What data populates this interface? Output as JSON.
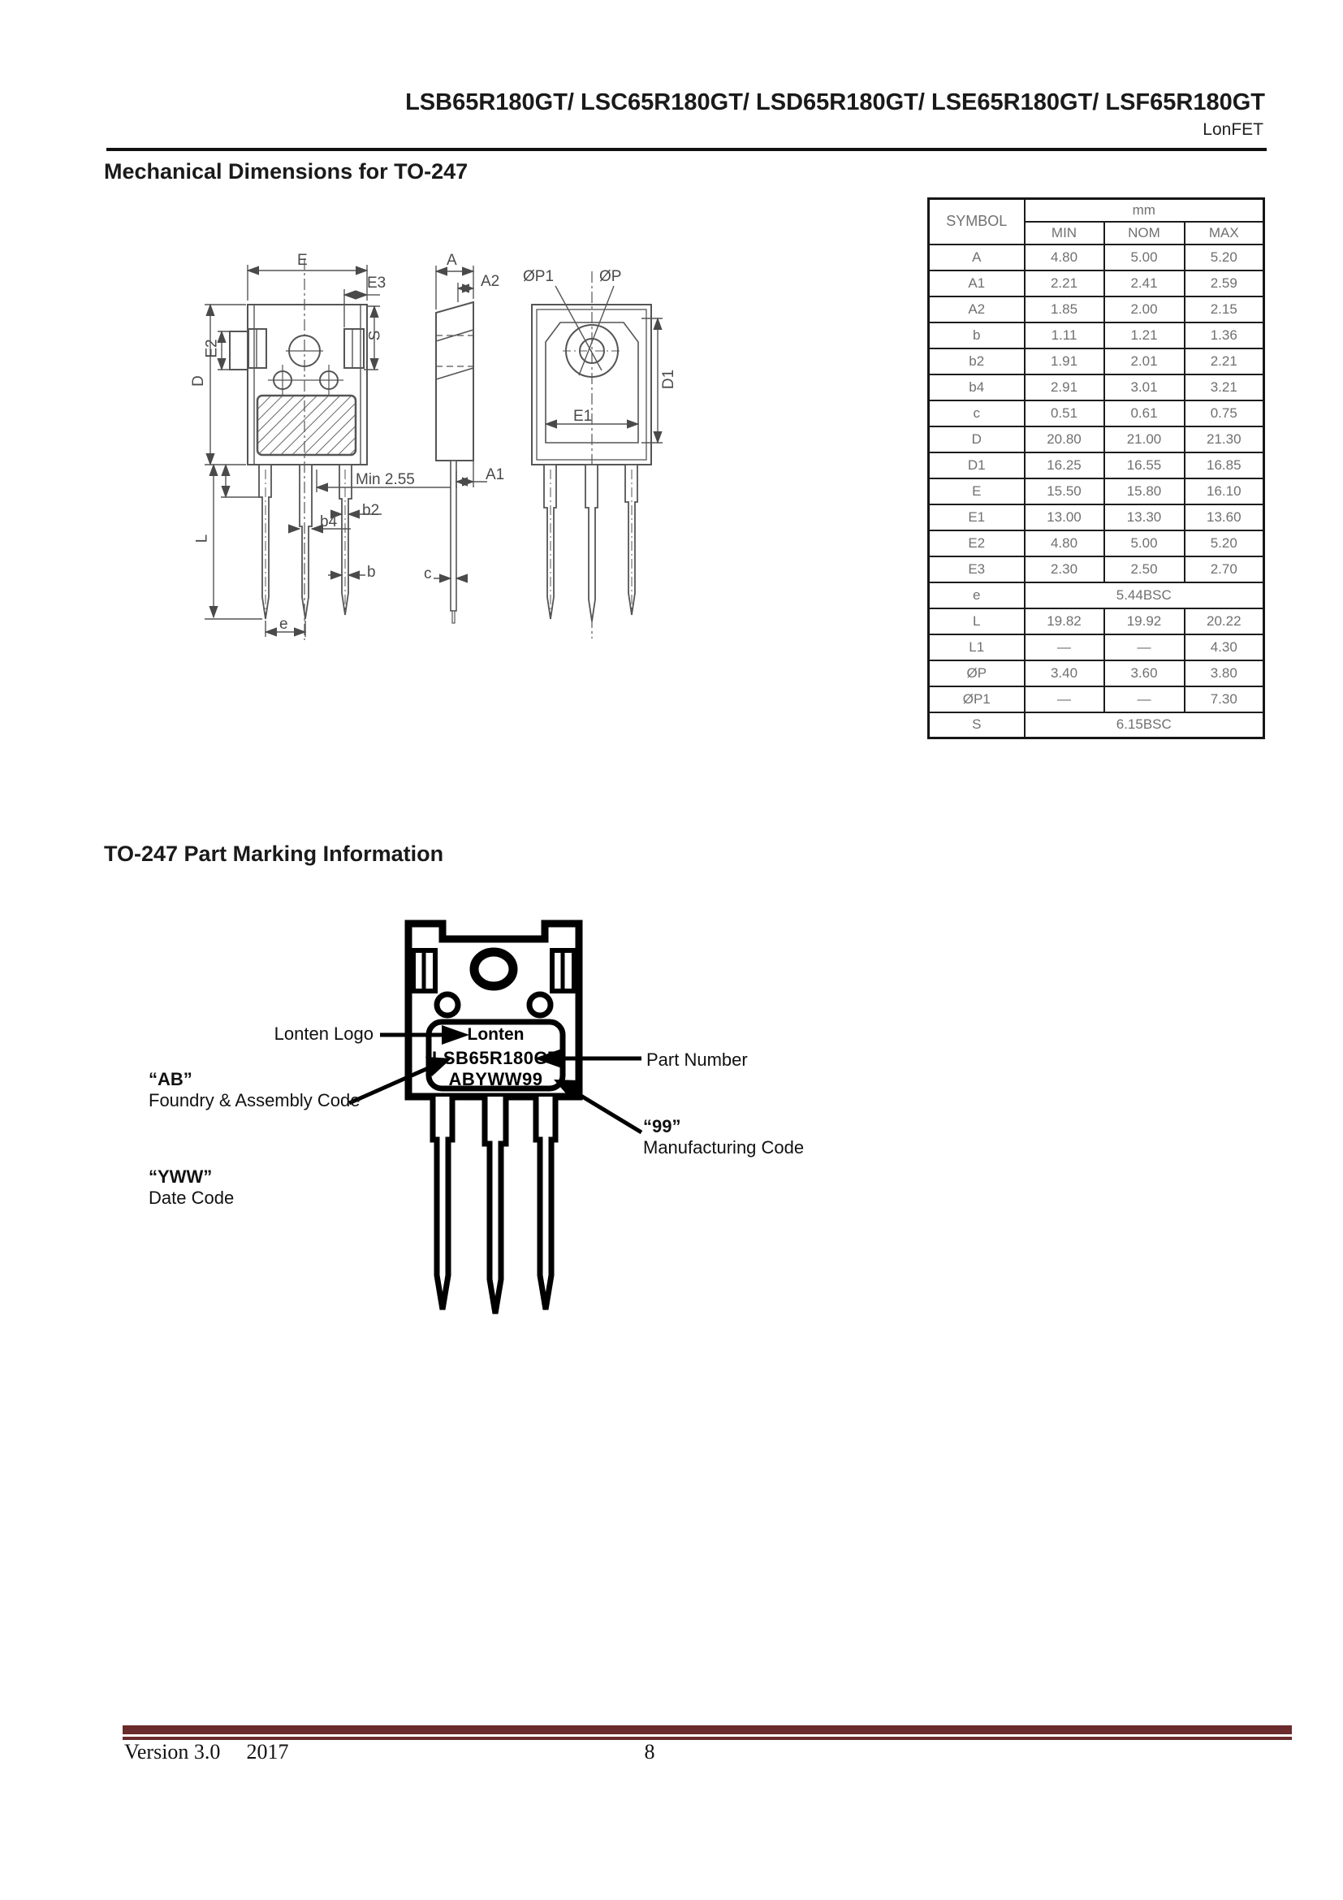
{
  "header": {
    "title": "LSB65R180GT/ LSC65R180GT/ LSD65R180GT/ LSE65R180GT/ LSF65R180GT",
    "brand": "LonFET"
  },
  "sections": {
    "mechanical_title": "Mechanical Dimensions for TO-247",
    "marking_title": "TO-247 Part Marking Information"
  },
  "table": {
    "symbol_header": "SYMBOL",
    "unit_header": "mm",
    "col_headers": [
      "MIN",
      "NOM",
      "MAX"
    ],
    "rows": [
      {
        "symbol": "A",
        "min": "4.80",
        "nom": "5.00",
        "max": "5.20"
      },
      {
        "symbol": "A1",
        "min": "2.21",
        "nom": "2.41",
        "max": "2.59"
      },
      {
        "symbol": "A2",
        "min": "1.85",
        "nom": "2.00",
        "max": "2.15"
      },
      {
        "symbol": "b",
        "min": "1.11",
        "nom": "1.21",
        "max": "1.36"
      },
      {
        "symbol": "b2",
        "min": "1.91",
        "nom": "2.01",
        "max": "2.21"
      },
      {
        "symbol": "b4",
        "min": "2.91",
        "nom": "3.01",
        "max": "3.21"
      },
      {
        "symbol": "c",
        "min": "0.51",
        "nom": "0.61",
        "max": "0.75"
      },
      {
        "symbol": "D",
        "min": "20.80",
        "nom": "21.00",
        "max": "21.30"
      },
      {
        "symbol": "D1",
        "min": "16.25",
        "nom": "16.55",
        "max": "16.85"
      },
      {
        "symbol": "E",
        "min": "15.50",
        "nom": "15.80",
        "max": "16.10"
      },
      {
        "symbol": "E1",
        "min": "13.00",
        "nom": "13.30",
        "max": "13.60"
      },
      {
        "symbol": "E2",
        "min": "4.80",
        "nom": "5.00",
        "max": "5.20"
      },
      {
        "symbol": "E3",
        "min": "2.30",
        "nom": "2.50",
        "max": "2.70"
      },
      {
        "symbol": "e",
        "value": "5.44BSC"
      },
      {
        "symbol": "L",
        "min": "19.82",
        "nom": "19.92",
        "max": "20.22"
      },
      {
        "symbol": "L1",
        "min": "—",
        "nom": "—",
        "max": "4.30"
      },
      {
        "symbol": "ØP",
        "min": "3.40",
        "nom": "3.60",
        "max": "3.80"
      },
      {
        "symbol": "ØP1",
        "min": "—",
        "nom": "—",
        "max": "7.30"
      },
      {
        "symbol": "S",
        "value": "6.15BSC"
      }
    ]
  },
  "dim_labels": {
    "E": "E",
    "E3": "E3",
    "E2": "E2",
    "S": "S",
    "D": "D",
    "L": "L",
    "min255": "Min 2.55",
    "b2": "b2",
    "b4": "b4",
    "b": "b",
    "e": "e",
    "A": "A",
    "A2": "A2",
    "A1": "A1",
    "c": "c",
    "P1": "ØP1",
    "P": "ØP",
    "D1": "D1",
    "E1": "E1"
  },
  "marking": {
    "logo_text": "Lonten",
    "part_number": "LSB65R180GT",
    "code_line": "ABYWW99",
    "labels": {
      "logo": "Lonten Logo",
      "part_number": "Part Number",
      "ab_code": "“AB”",
      "ab_desc": "Foundry & Assembly Code",
      "mfg_code": "“99”",
      "mfg_desc": "Manufacturing Code",
      "date_code": "“YWW”",
      "date_desc": "Date Code"
    }
  },
  "footer": {
    "version": "Version 3.0",
    "year": "2017",
    "page": "8"
  },
  "colors": {
    "accent": "#6b2a2b"
  }
}
